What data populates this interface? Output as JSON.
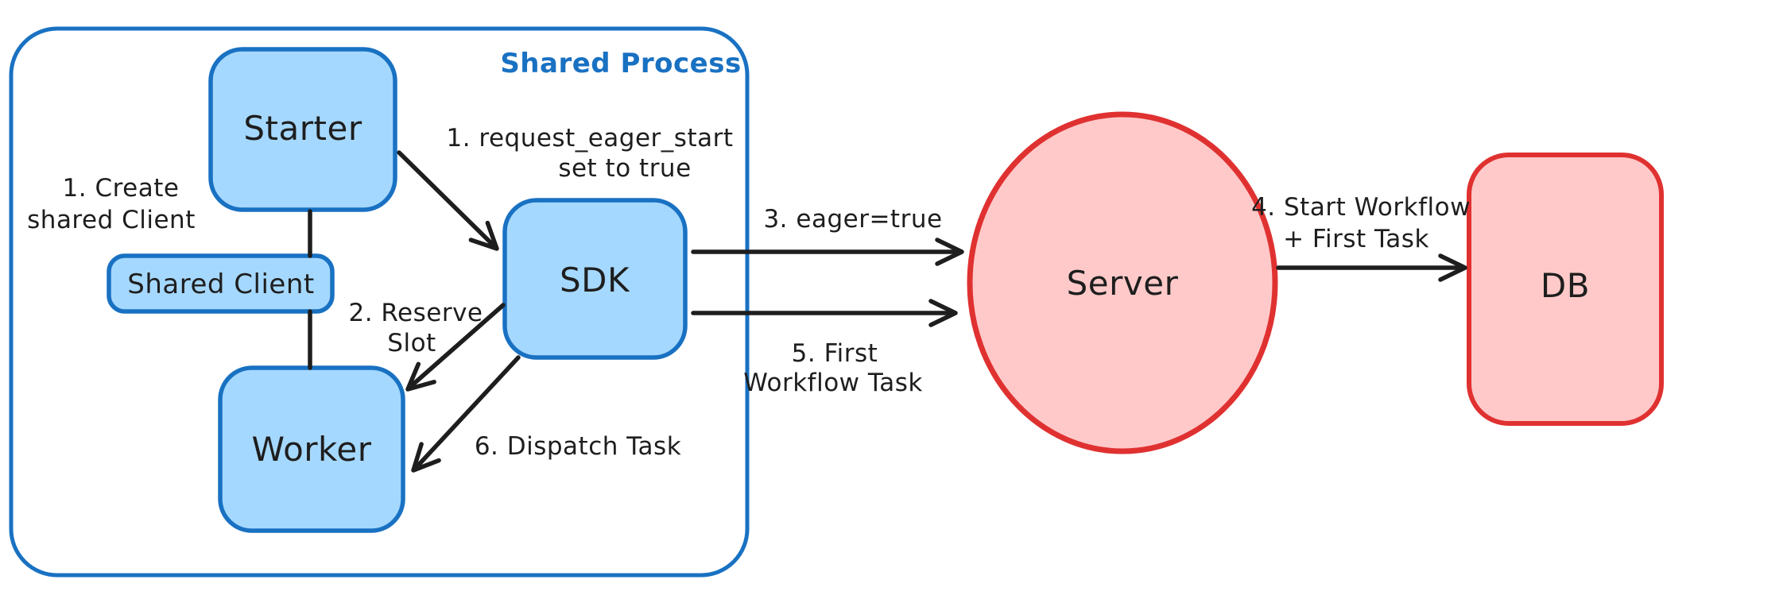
{
  "colors": {
    "background": "#ffffff",
    "ink": "#1e1e1e",
    "blue_stroke": "#1971c2",
    "blue_fill": "#a5d8ff",
    "red_stroke": "#e03131",
    "red_fill": "#ffc9c9",
    "container_label": "#1971c2"
  },
  "container": {
    "label": "Shared Process"
  },
  "nodes": {
    "starter": {
      "label": "Starter"
    },
    "shared_client": {
      "label": "Shared Client"
    },
    "worker": {
      "label": "Worker"
    },
    "sdk": {
      "label": "SDK"
    },
    "server": {
      "label": "Server"
    },
    "db": {
      "label": "DB"
    }
  },
  "annotations": {
    "create_client": {
      "lines": [
        "1. Create",
        "shared Client"
      ]
    },
    "request_eager_start": {
      "lines": [
        "1. request_eager_start",
        "set to true"
      ]
    },
    "reserve_slot": {
      "lines": [
        "2. Reserve",
        "Slot"
      ]
    },
    "eager_true": {
      "lines": [
        "3. eager=true"
      ]
    },
    "start_workflow": {
      "lines": [
        "4. Start Workflow",
        "+ First Task"
      ]
    },
    "first_workflow_task": {
      "lines": [
        "5. First",
        "Workflow Task"
      ]
    },
    "dispatch_task": {
      "lines": [
        "6. Dispatch Task"
      ]
    }
  }
}
